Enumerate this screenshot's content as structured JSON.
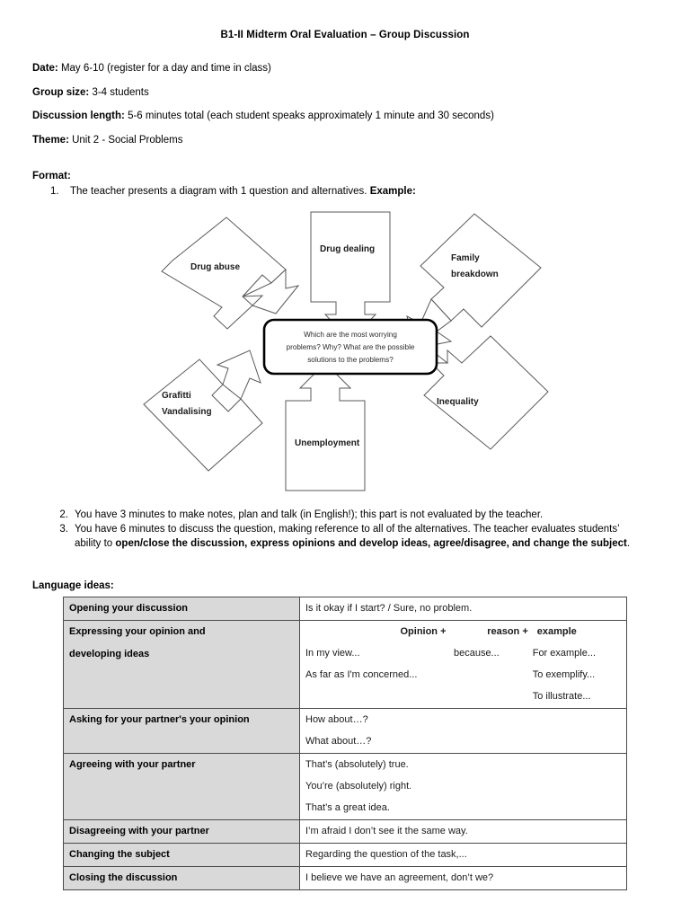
{
  "document": {
    "title": "B1-II Midterm Oral Evaluation – Group Discussion",
    "meta": [
      {
        "label": "Date:",
        "value": " May 6-10 (register for a day and time in class)"
      },
      {
        "label": "Group size:",
        "value": " 3-4 students"
      },
      {
        "label": "Discussion length:",
        "value": " 5-6 minutes total (each student speaks approximately 1 minute and 30 seconds)"
      },
      {
        "label": "Theme:",
        "value": " Unit 2 - Social Problems"
      }
    ],
    "format_heading": "Format:",
    "format_item_1": {
      "number": "1.",
      "text": "The teacher presents a diagram with 1 question and alternatives. ",
      "bold_tail": "Example:"
    },
    "steps": [
      {
        "number": "2.",
        "text": "You have 3 minutes to make notes, plan and talk (in English!); this part is not evaluated by the teacher.",
        "bold": "",
        "tail": ""
      },
      {
        "number": "3.",
        "text": "You have 6 minutes to discuss the question, making reference to all of the alternatives. The teacher evaluates students’ ability to ",
        "bold": "open/close the discussion, express opinions and develop ideas, agree/disagree, and change the subject",
        "tail": "."
      }
    ],
    "language_ideas_heading": "Language ideas:"
  },
  "diagram": {
    "center_question": "Which are the most worrying problems? Why? What are the possible solutions to the problems?",
    "center_lines": [
      "Which are the most worrying",
      "problems? Why? What are the possible",
      "solutions to the problems?"
    ],
    "nodes": [
      {
        "id": "drug-abuse",
        "label": "Drug abuse",
        "shape": "diamond",
        "position": "top-left"
      },
      {
        "id": "drug-dealing",
        "label": "Drug dealing",
        "shape": "rectangle",
        "position": "top-center"
      },
      {
        "id": "family-breakdown",
        "label": "Family breakdown",
        "lines": [
          "Family",
          "breakdown"
        ],
        "shape": "diamond",
        "position": "top-right"
      },
      {
        "id": "grafitti-vandalising",
        "label": "Grafitti Vandalising",
        "lines": [
          "Grafitti",
          "Vandalising"
        ],
        "shape": "diamond",
        "position": "bottom-left"
      },
      {
        "id": "unemployment",
        "label": "Unemployment",
        "shape": "rectangle",
        "position": "bottom-center"
      },
      {
        "id": "inequality",
        "label": "Inequality",
        "shape": "diamond",
        "position": "bottom-right"
      }
    ]
  },
  "table": {
    "rows": [
      {
        "head": "Opening your discussion",
        "type": "plain",
        "lines": [
          "Is it okay if I start? / Sure, no problem."
        ]
      },
      {
        "head": "Expressing your opinion and developing ideas",
        "head_lines": [
          "Expressing your opinion and",
          "developing ideas"
        ],
        "type": "opinion",
        "columns": [
          "Opinion +",
          "reason +",
          "example"
        ],
        "grid": [
          [
            "In my view...",
            "because...",
            "For example..."
          ],
          [
            "As far as I'm concerned...",
            "",
            "To exemplify..."
          ],
          [
            "",
            "",
            "To illustrate..."
          ]
        ]
      },
      {
        "head": "Asking for your partner's your opinion",
        "type": "plain",
        "lines": [
          "How about…?",
          "What about…?"
        ]
      },
      {
        "head": "Agreeing with your partner",
        "type": "plain",
        "lines": [
          "That’s (absolutely) true.",
          "You’re (absolutely) right.",
          "That’s a great idea."
        ]
      },
      {
        "head": "Disagreeing with your partner",
        "type": "plain",
        "lines": [
          "I’m afraid I don’t see it the same way."
        ]
      },
      {
        "head": "Changing the subject",
        "type": "plain",
        "lines": [
          "Regarding the question of the task,..."
        ]
      },
      {
        "head": "Closing the discussion",
        "type": "plain",
        "lines": [
          "I believe we have an agreement, don’t we?"
        ]
      }
    ]
  },
  "colors": {
    "header_cell_bg": "#d9d9d9",
    "border": "#4a4a4a",
    "text": "#000000",
    "diagram_stroke": "#595959",
    "center_stroke": "#000000"
  }
}
